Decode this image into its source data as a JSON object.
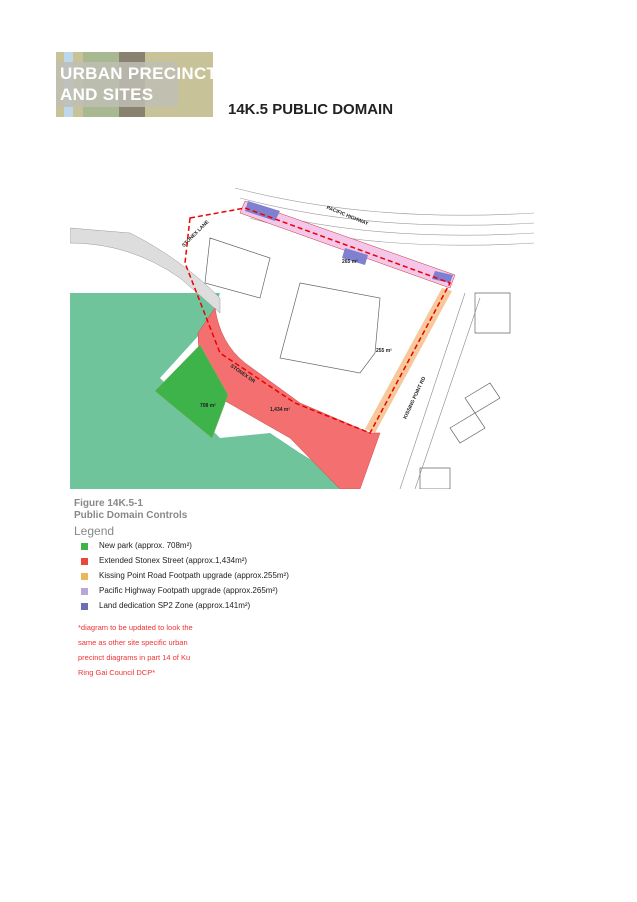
{
  "banner": {
    "line1": "URBAN PRECINCT",
    "line2": "AND SITES"
  },
  "section_title": "14K.5 PUBLIC DOMAIN",
  "map": {
    "labels": {
      "stonex_lane": "STONEX LANE",
      "pacific_highway": "PACIFIC HIGHWAY",
      "stonex_dr": "STONEX DR",
      "kissing_point_rd": "KISSING POINT RD",
      "park_area": "708 m²",
      "street_area": "1,434 m²",
      "highway_area": "265 m²",
      "kissing_area": "255 m²"
    },
    "colors": {
      "park": "#3db34a",
      "street": "#f47070",
      "footpath_kp": "#f6c89a",
      "footpath_ph": "#e8b0e8",
      "dedication": "#8080d0",
      "open_space": "#6fc49c"
    }
  },
  "figure": {
    "number": "Figure 14K.5-1",
    "caption": "Public Domain Controls"
  },
  "legend": {
    "heading": "Legend",
    "items": [
      {
        "label": "New park (approx. 708m²)",
        "color": "#3db34a"
      },
      {
        "label": "Extended Stonex Street (approx.1,434m²)",
        "color": "#e8493a"
      },
      {
        "label": "Kissing Point Road Footpath upgrade (approx.255m²)",
        "color": "#e8b85a"
      },
      {
        "label": "Pacific Highway Footpath upgrade (approx.265m²)",
        "color": "#b8a8d8"
      },
      {
        "label": "Land dedication SP2 Zone (approx.141m²)",
        "color": "#6a70b0"
      }
    ]
  },
  "note": [
    "*diagram to be updated to look the",
    "same as other site specific urban",
    "precinct diagrams in part 14 of Ku",
    "Ring Gai Council DCP*"
  ]
}
